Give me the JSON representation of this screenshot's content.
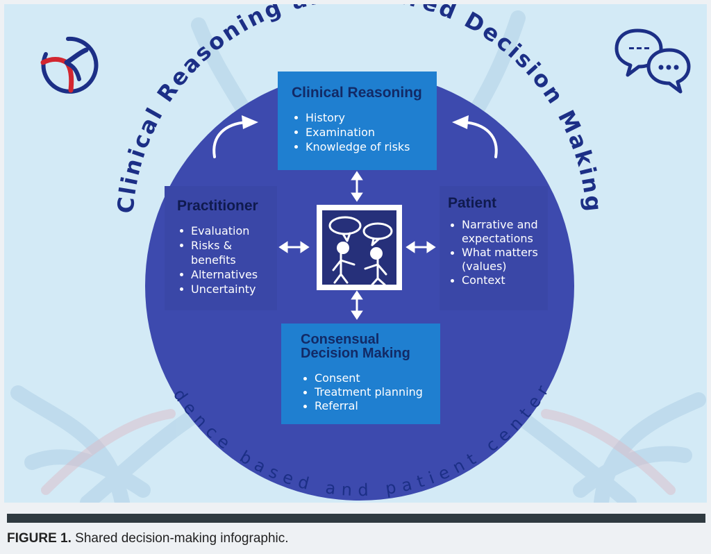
{
  "outer_title_arc": "Clinical Reasoning and Shared Decision Making",
  "inner_bottom_arc": "Evidence based and patient centered",
  "boxes": {
    "clinical_reasoning": {
      "title": "Clinical Reasoning",
      "items": [
        "History",
        "Examination",
        "Knowledge of risks"
      ]
    },
    "practitioner": {
      "title": "Practitioner",
      "items": [
        "Evaluation",
        "Risks &",
        "benefits",
        "Alternatives",
        "Uncertainty"
      ]
    },
    "patient": {
      "title": "Patient",
      "items": [
        "Narrative and",
        "expectations",
        "What matters",
        "(values)",
        "Context"
      ]
    },
    "consensual": {
      "title_line1": "Consensual",
      "title_line2": "Decision Making",
      "items": [
        "Consent",
        "Treatment planning",
        "Referral"
      ]
    }
  },
  "caption": {
    "label": "FIGURE 1.",
    "text": " Shared decision-making infographic."
  },
  "colors": {
    "background": "#d3eaf6",
    "circle": "#3d4aae",
    "box_blue": "#1f7fd0",
    "box_dark": "#3a47a7",
    "arc_text": "#1c2f86",
    "logo_red": "#d22630"
  },
  "icons": [
    "logo-icon",
    "speech-bubbles-icon",
    "conversation-icon",
    "curved-arrow-icon",
    "double-arrow-icon"
  ]
}
